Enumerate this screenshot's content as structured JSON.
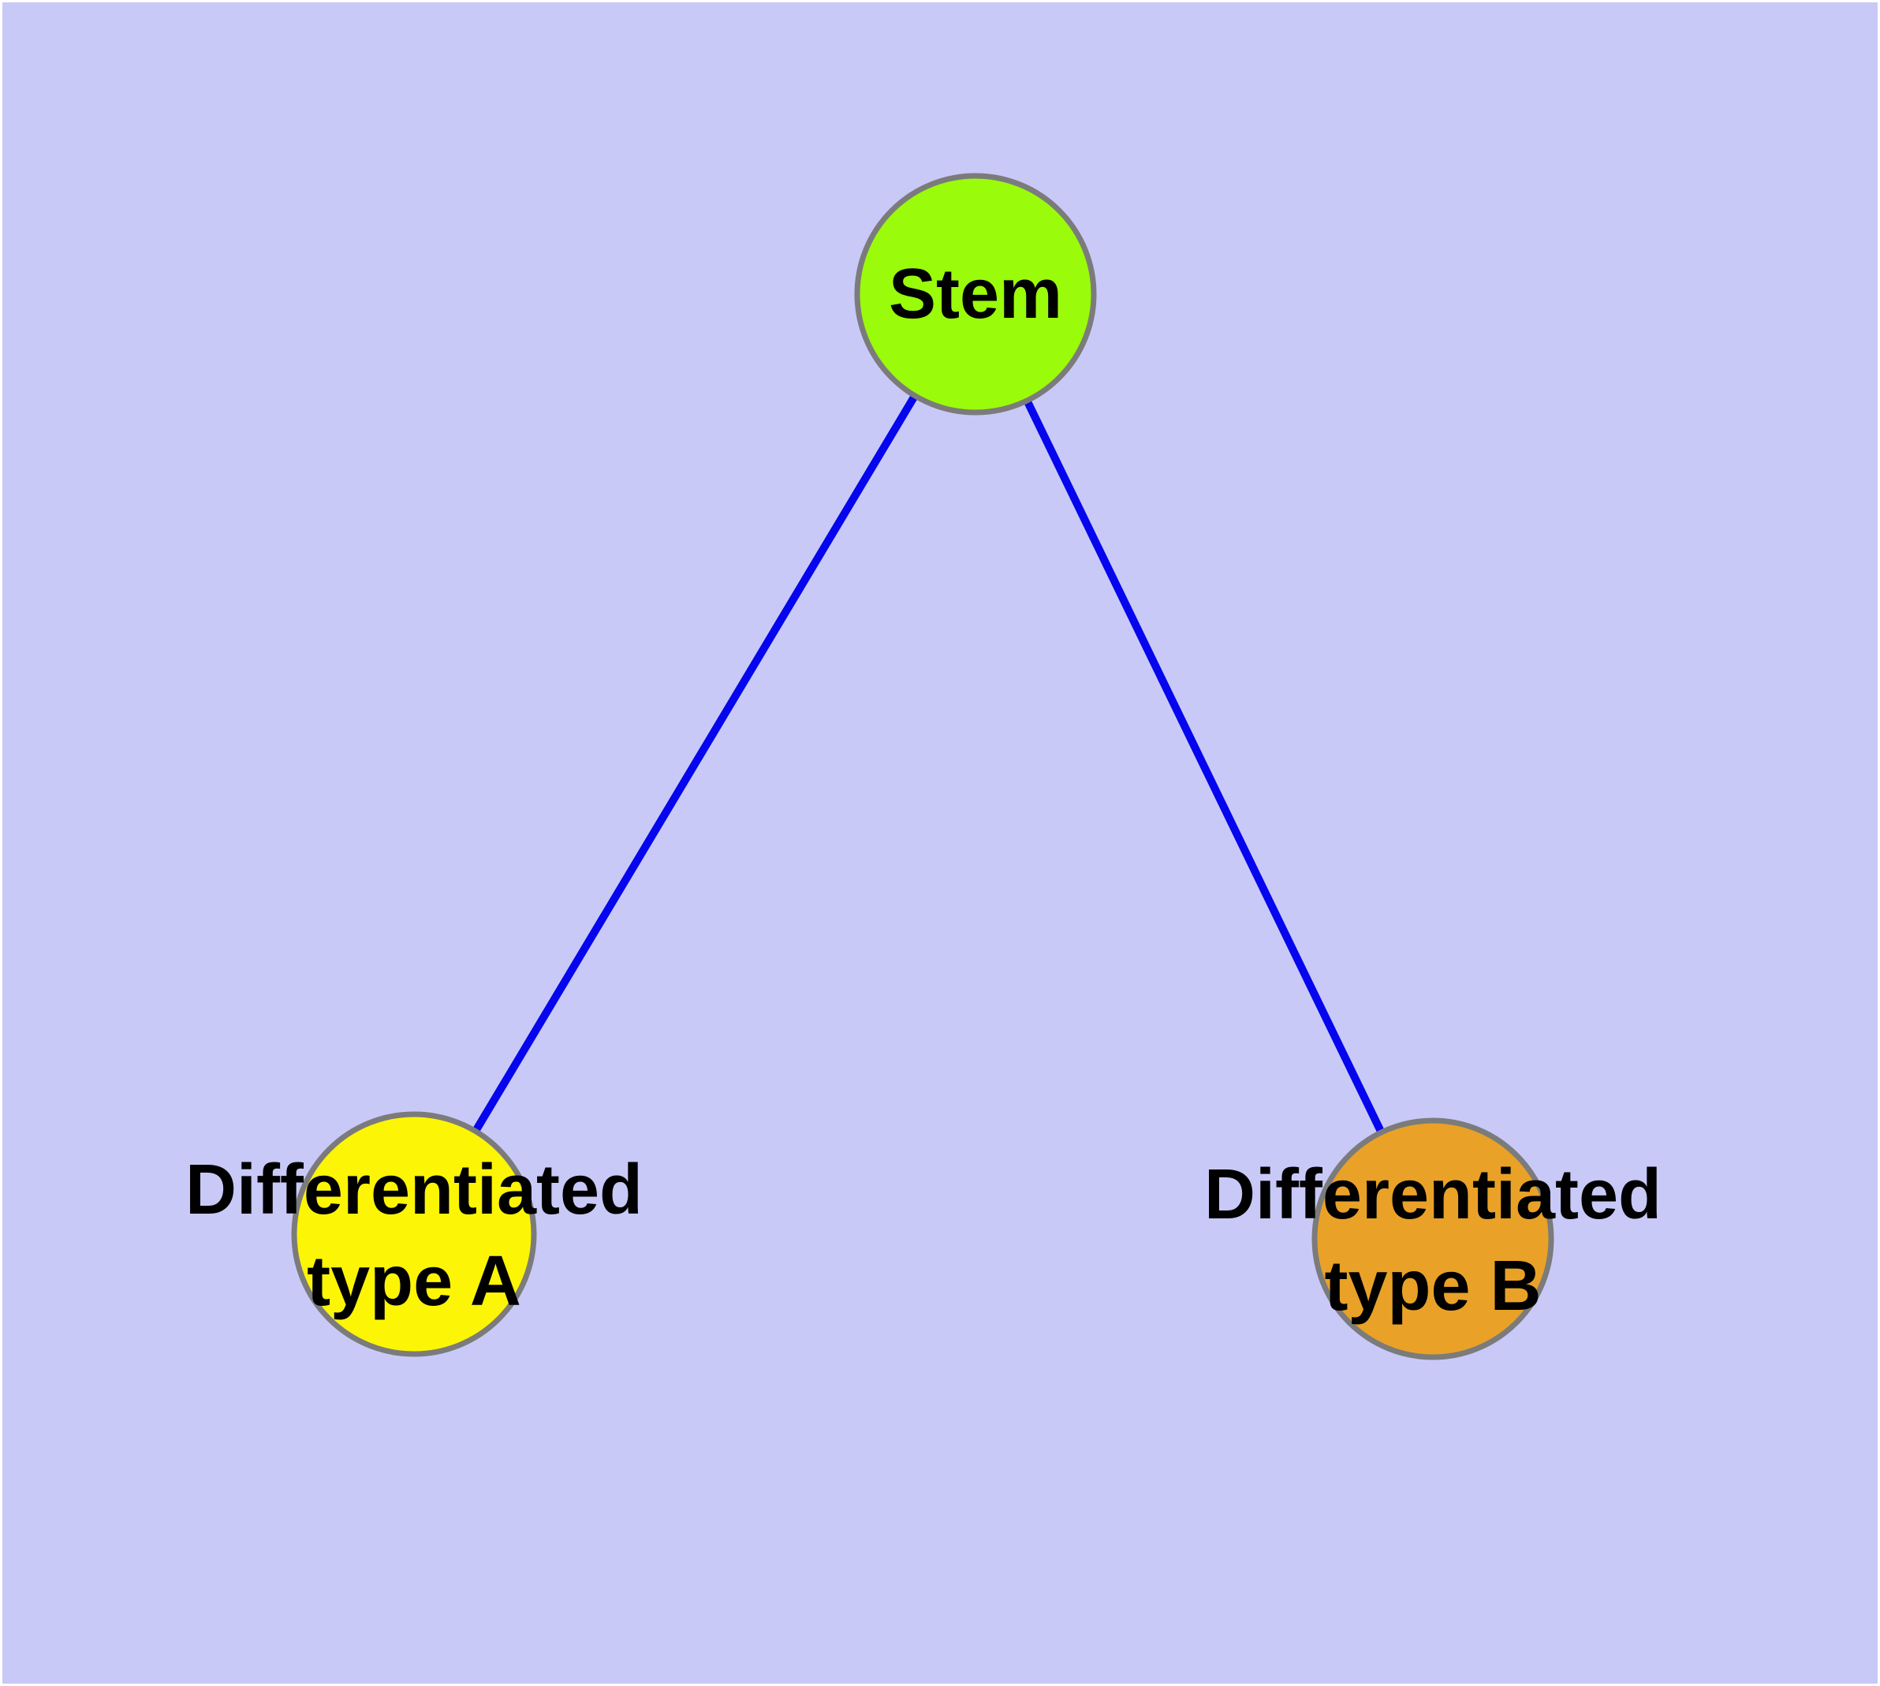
{
  "diagram": {
    "type": "graph",
    "description": "Stem cell differentiation tree with one root node and two leaf nodes",
    "colors": {
      "page_margin": "#ffffff",
      "background": "#c9c9f8",
      "edge": "#0505ee",
      "node_border": "#7b7b7b",
      "label": "#000000",
      "stem_fill": "#9afb0a",
      "type_a_fill": "#fcf505",
      "type_b_fill": "#e9a227"
    },
    "nodes": {
      "stem": {
        "id": "stem",
        "label": "Stem",
        "fill": "#9afb0a"
      },
      "type_a": {
        "id": "type-a",
        "label_line1": "Differentiated",
        "label_line2": "type A",
        "fill": "#fcf505"
      },
      "type_b": {
        "id": "type-b",
        "label_line1": "Differentiated",
        "label_line2": "type B",
        "fill": "#e9a227"
      }
    },
    "edges": [
      {
        "from": "stem",
        "to": "type-a"
      },
      {
        "from": "stem",
        "to": "type-b"
      }
    ]
  }
}
